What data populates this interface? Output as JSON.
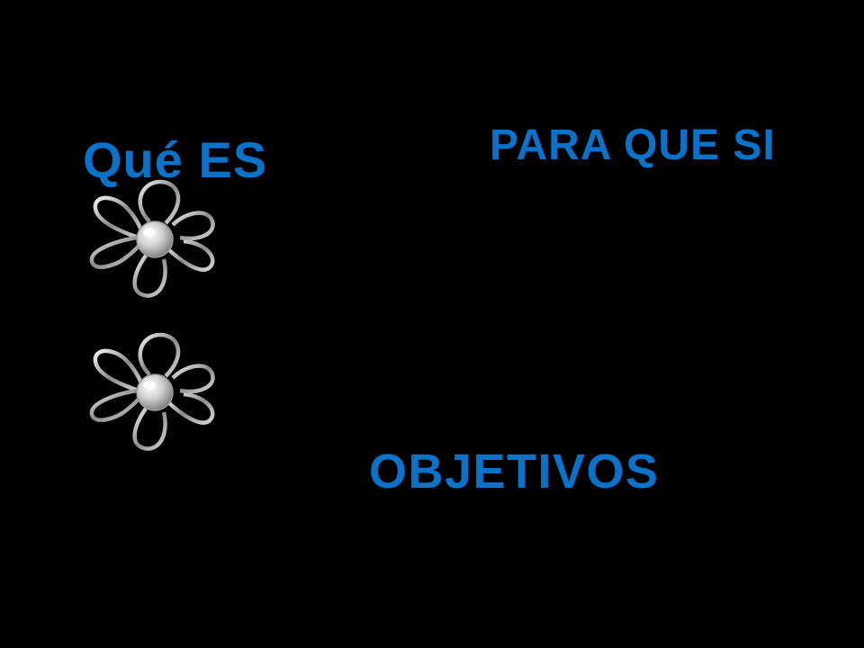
{
  "slide": {
    "background_color": "#000000",
    "accent_color": "#0a72c8",
    "headings": {
      "que_es": "Qué ES",
      "para_que_sirve": "PARA QUE SI",
      "objetivos": "OBJETIVOS"
    },
    "decorations": [
      {
        "icon": "silver-flower-icon"
      },
      {
        "icon": "silver-flower-icon"
      }
    ]
  }
}
